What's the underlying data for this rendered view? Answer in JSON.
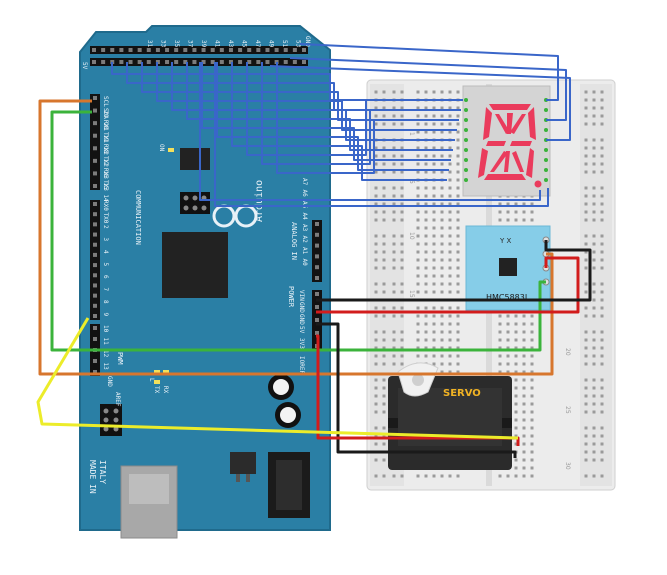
{
  "colors": {
    "board": "#2a7fa5",
    "board_edge": "#1f6a8c",
    "breadboard": "#ececec",
    "wire_blue": "#3a66c9",
    "wire_orange": "#d7762d",
    "wire_green": "#3bb33b",
    "wire_yellow": "#ecec2a",
    "wire_red": "#d21c1c",
    "wire_black": "#1a1a1a",
    "segment_on": "#ea3b5c",
    "display_body": "#d4d4d4",
    "sensor_board": "#86cde8",
    "servo_label": "#f1b324"
  },
  "board": {
    "brand": "Arduino",
    "made_in": "MADE IN",
    "italy": "ITALY",
    "communication": "COMMUNICATION",
    "pwm": "PWM",
    "analog_in": "ANALOG IN",
    "power": "POWER",
    "ioref": "IOREF",
    "on_label": "ON",
    "l_label": "L",
    "tx_label": "TX",
    "rx_label": "RX",
    "aref": "AREF",
    "gnd": "GND",
    "top_header_numbers": [
      "31",
      "33",
      "35",
      "37",
      "39",
      "41",
      "43",
      "45",
      "47",
      "49",
      "51",
      "53"
    ],
    "top_header_5v": "5V",
    "top_header_gnd": "GND",
    "comm_pins": [
      "SCL 21",
      "SDA 20",
      "RX1 19",
      "TX1 18",
      "RX2 17",
      "TX2 16",
      "RX3 15",
      "TX3 14"
    ],
    "digital_pins": [
      "RX0",
      "TX0",
      "2",
      "3",
      "4",
      "5",
      "6",
      "7",
      "8",
      "9",
      "10",
      "11",
      "12",
      "13"
    ],
    "power_pins": [
      "VIN",
      "GND",
      "GND",
      "5V",
      "3V3"
    ],
    "analog_pins": [
      "A7",
      "A6",
      "A5",
      "A4",
      "A3",
      "A2",
      "A1",
      "A0"
    ]
  },
  "sensor": {
    "name": "HMC5883L",
    "axes": "Y X"
  },
  "servo": {
    "label": "SERVO"
  },
  "breadboard": {
    "row_numbers": [
      "1",
      "5",
      "10",
      "15",
      "20",
      "25",
      "30"
    ]
  }
}
